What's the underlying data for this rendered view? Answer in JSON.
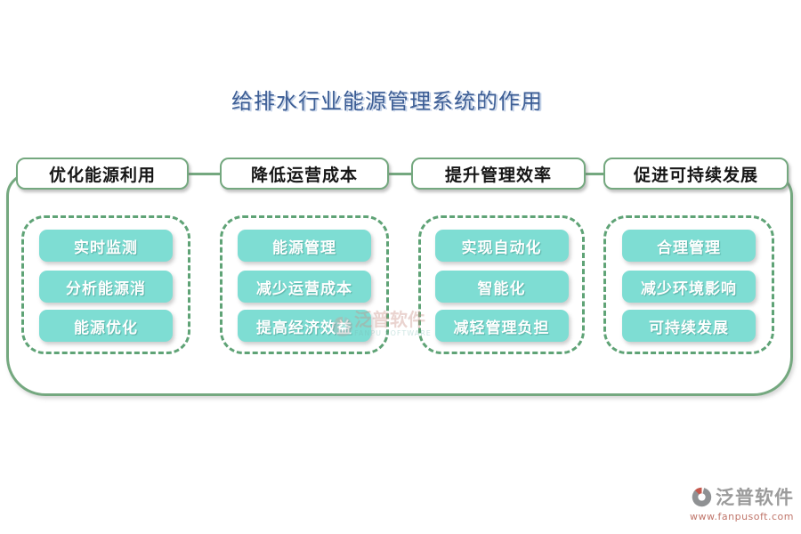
{
  "title": "给排水行业能源管理系统的作用",
  "columns": [
    {
      "header": "优化能源利用",
      "items": [
        "实时监测",
        "分析能源消",
        "能源优化"
      ]
    },
    {
      "header": "降低运营成本",
      "items": [
        "能源管理",
        "减少运营成本",
        "提高经济效益"
      ]
    },
    {
      "header": "提升管理效率",
      "items": [
        "实现自动化",
        "智能化",
        "减轻管理负担"
      ]
    },
    {
      "header": "促进可持续发展",
      "items": [
        "合理管理",
        "减少环境影响",
        "可持续发展"
      ]
    }
  ],
  "watermark_center": {
    "brand": "泛普软件",
    "sub": "FANPU SOFTWARE"
  },
  "watermark_corner": {
    "brand": "泛普软件",
    "url": "www.fanpusoft.com"
  },
  "colors": {
    "title_blue": "#3d5e95",
    "border_green": "#74a87f",
    "dash_green": "#5fa376",
    "pill_teal": "#7eddd3",
    "watermark_gray": "#9b9b9b",
    "watermark_red": "#c0766b"
  }
}
